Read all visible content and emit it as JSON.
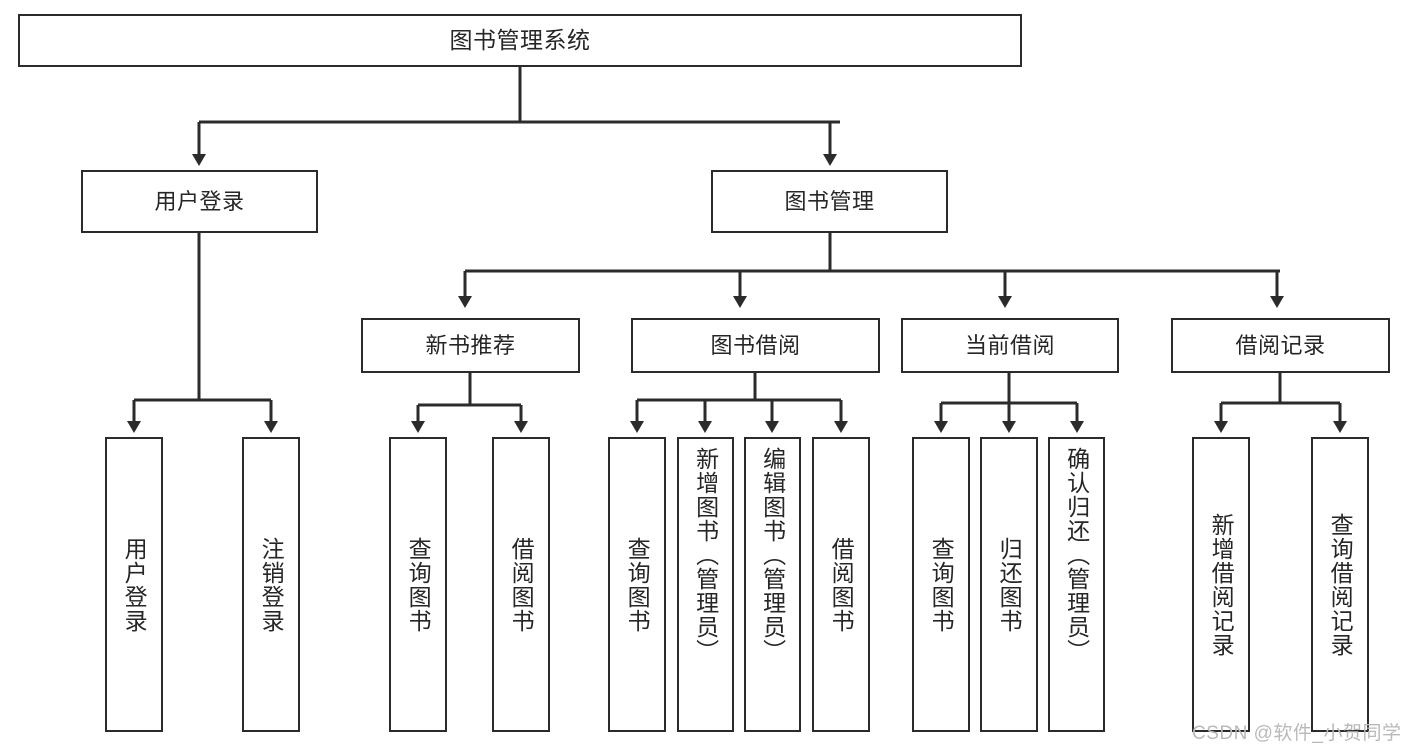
{
  "diagram": {
    "type": "tree",
    "title": "图书管理系统",
    "watermark": "CSDN @软件_小贺同学",
    "colors": {
      "box_border": "#2b2b2b",
      "box_fill": "#ffffff",
      "edge": "#2b2b2b",
      "text": "#262626",
      "watermark": "#b9b9b9",
      "background": "#ffffff"
    },
    "root": {
      "label": "图书管理系统"
    },
    "level1": [
      {
        "label": "用户登录"
      },
      {
        "label": "图书管理"
      }
    ],
    "level2": [
      {
        "label": "新书推荐"
      },
      {
        "label": "图书借阅"
      },
      {
        "label": "当前借阅"
      },
      {
        "label": "借阅记录"
      }
    ],
    "leaves": {
      "user_login": [
        {
          "label": "用户登录"
        },
        {
          "label": "注销登录"
        }
      ],
      "new_book": [
        {
          "label": "查询图书"
        },
        {
          "label": "借阅图书"
        }
      ],
      "borrow_book": [
        {
          "label": "查询图书"
        },
        {
          "label": "新增图书（管理员）"
        },
        {
          "label": "编辑图书（管理员）"
        },
        {
          "label": "借阅图书"
        }
      ],
      "current_borrow": [
        {
          "label": "查询图书"
        },
        {
          "label": "归还图书"
        },
        {
          "label": "确认归还（管理员）"
        }
      ],
      "borrow_record": [
        {
          "label": "新增借阅记录"
        },
        {
          "label": "查询借阅记录"
        }
      ]
    }
  }
}
